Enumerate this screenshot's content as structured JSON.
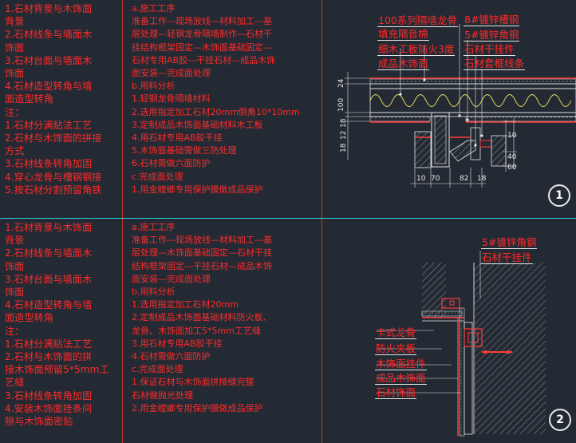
{
  "panel1": {
    "left_items": [
      "1.石材背景与木饰面",
      "背景",
      "2.石材线条与墙面木",
      "饰面",
      "3.石材台面与墙面木",
      "饰面",
      "4.石材造型转角与墙",
      "面造型转角",
      "注：",
      "1.石材分满贴法工艺",
      "2.石材与木饰面的拼接",
      "方式",
      "3.石材线条转角加固",
      "4.穿心龙骨与槽钢钢接",
      "5.按石材分割预留角铁"
    ],
    "mid_items": [
      "a.施工工序",
      "准备工作—现场放线—材料加工—基",
      "层处理—轻钢龙骨隔墙制作—石材干",
      "挂结构框架固定—木饰面基础固定—",
      "石材专用AB胶—干挂石材—成品木饰",
      "面安装—完成面处理",
      "b.用料分析",
      "1.轻钢龙骨隔墙材料",
      "2.选用指定加工石材20mm倒角10*10mm",
      "3.定制成品木饰面基础材料木工板",
      "4.用石材专用AB胶干挂",
      "5.木饰面基础需做三防处理",
      "6.石材需做六面防护",
      "c.完成面处理",
      "1.用金螳螂专用保护膜做成品保护"
    ],
    "callouts": [
      "100系列隔墙龙骨",
      "填充隔音棉",
      "细木工板防火3度",
      "成品木饰面",
      "8#镀锌槽钢",
      "5#镀锌角钢",
      "石材干挂件",
      "石材套框线条"
    ],
    "dims_vertical": [
      "100",
      "24",
      "18",
      "12",
      "18",
      "10",
      "40",
      "60"
    ],
    "dims_horizontal": [
      "10",
      "70",
      "82",
      "18"
    ],
    "number": "1"
  },
  "panel2": {
    "left_items": [
      "1.石材背景与木饰面",
      "背景",
      "2.石材线条与墙面木",
      "饰面",
      "3.石材台面与墙面木",
      "饰面",
      "4.石材造型转角与墙",
      "面造型转角",
      "注：",
      "1.石材分满贴法工艺",
      "2.石材与木饰面的拼",
      "接木饰面预留5*5mm工",
      "艺缝",
      "3.石材线条转角加固",
      "4.安装木饰面挂条间",
      "隙与木饰面密贴"
    ],
    "mid_items": [
      "a.施工工序",
      "准备工作—现场放线—材料加工—基",
      "层处理—木饰面基础固定—石材干挂",
      "结构框架固定—干挂石材—成品木饰",
      "面安装—完成面处理",
      "b.用料分析",
      "1.选用指定加工石材20mm",
      "2.定制成品木饰面基础材料防火板、",
      "龙骨、木饰面加工5*5mm工艺缝",
      "3.用石材专用AB胶干挂",
      "4.石材需做六面防护",
      "c.完成面处理",
      "1.保证石材与木饰面拼接缝完整",
      "石材做抛光处理",
      "2.用金螳螂专用保护膜做成品保护"
    ],
    "callouts_top": [
      "5#镀锌角钢",
      "石材干挂件"
    ],
    "callouts_left": [
      "卡式龙骨",
      "防火夹板",
      "木饰面挂件",
      "成品木饰面",
      "石材饰面"
    ],
    "number": "2"
  }
}
